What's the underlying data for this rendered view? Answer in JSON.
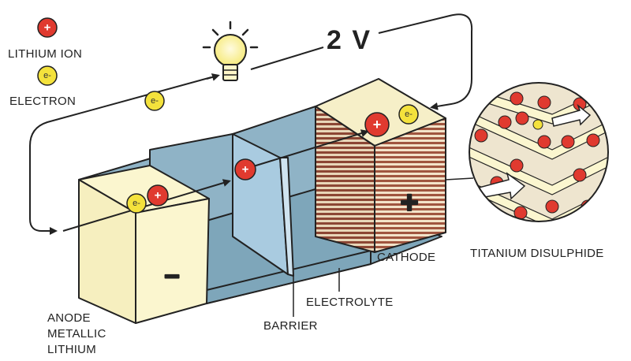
{
  "legend": {
    "ion_label": "LITHIUM ION",
    "ion_symbol": "+",
    "electron_label": "ELECTRON",
    "electron_symbol": "e-"
  },
  "voltage": "2 V",
  "labels": {
    "anode": [
      "ANODE",
      "METALLIC",
      "LITHIUM"
    ],
    "barrier": "BARRIER",
    "electrolyte": "ELECTROLYTE",
    "cathode": "CATHODE",
    "titanium": "TITANIUM DISULPHIDE"
  },
  "terminals": {
    "negative": "−",
    "positive": "+"
  },
  "colors": {
    "ion_red": "#e03a2f",
    "electron_yellow": "#f4e23c",
    "anode_cream": "#fbf6cf",
    "electrolyte_blue": "#8fb3c6",
    "barrier_blue": "#a9cbe0",
    "cathode_brown": "#a0553f",
    "line": "#222222"
  },
  "icons": [
    "lightbulb-icon",
    "lithium-ion-icon",
    "electron-icon",
    "magnifier-circle"
  ]
}
